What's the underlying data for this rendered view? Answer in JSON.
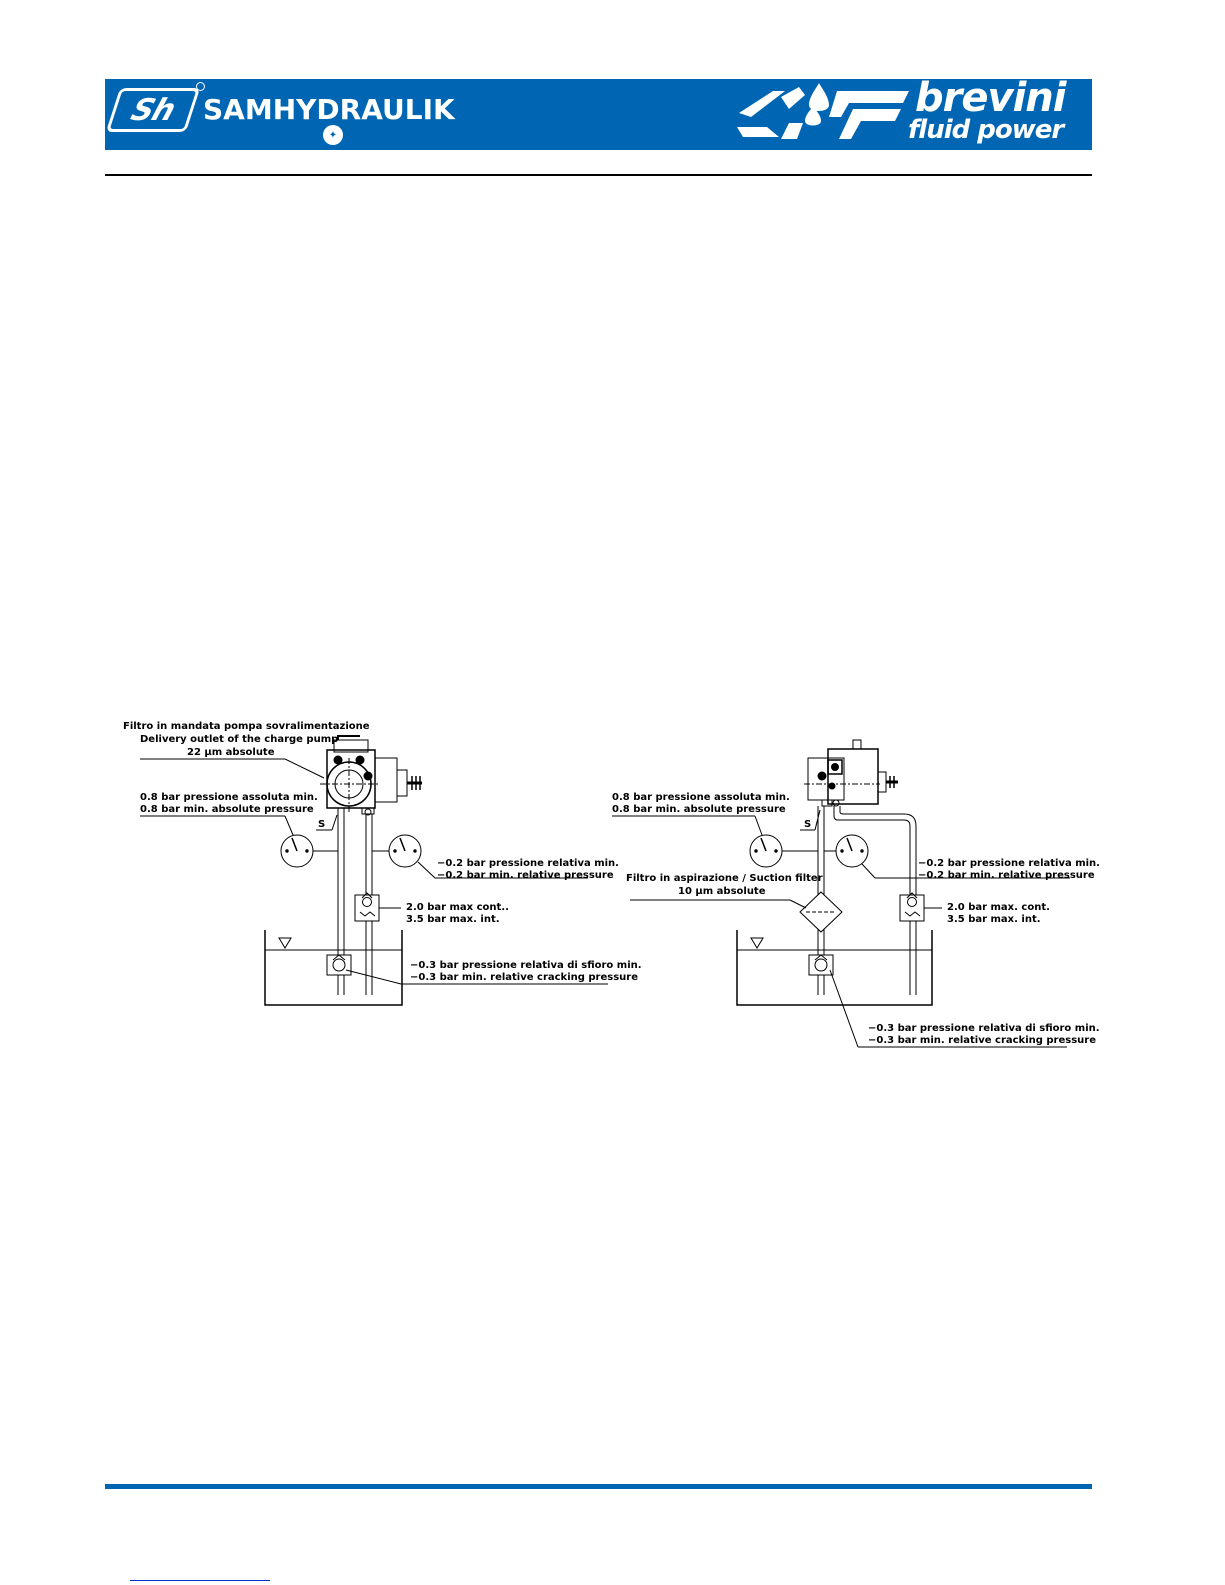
{
  "header": {
    "left_logo_badge": "Sh",
    "left_logo_name": "SAMHYDRAULIK",
    "right_logo_name": "brevini",
    "right_logo_sub": "fluid power",
    "band_color": "#0066b3"
  },
  "diagram_left": {
    "filter_note": [
      "Filtro in mandata pompa sovralimentazione",
      "Delivery outlet of the charge pump",
      "22 μm absolute"
    ],
    "abs_pressure": [
      "0.8 bar pressione assoluta min.",
      "0.8 bar min. absolute pressure"
    ],
    "port_label": "S",
    "rel_pressure": [
      "−0.2 bar pressione relativa min.",
      "−0.2 bar min. relative pressure"
    ],
    "valve_pressure": [
      "2.0 bar max cont..",
      "3.5 bar max. int."
    ],
    "cracking_pressure": [
      "−0.3 bar pressione relativa di sfioro min.",
      "−0.3 bar min. relative cracking pressure"
    ]
  },
  "diagram_right": {
    "abs_pressure": [
      "0.8 bar pressione assoluta min.",
      "0.8 bar min. absolute pressure"
    ],
    "port_label": "S",
    "filter_note": [
      "Filtro in aspirazione / Suction filter",
      "10 μm absolute"
    ],
    "rel_pressure": [
      "−0.2 bar pressione relativa min.",
      "−0.2 bar min. relative pressure"
    ],
    "valve_pressure": [
      "2.0 bar max. cont.",
      "3.5 bar max. int."
    ],
    "cracking_pressure": [
      "−0.3 bar pressione relativa di sfioro min.",
      "−0.3 bar min. relative cracking pressure"
    ]
  }
}
